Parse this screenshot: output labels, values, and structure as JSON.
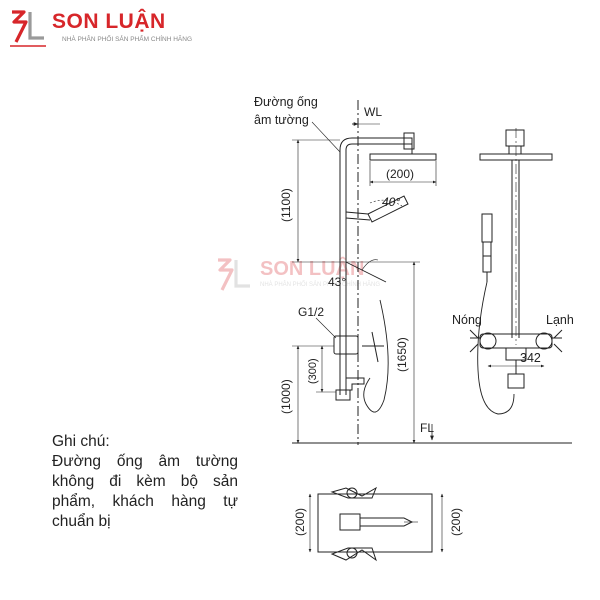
{
  "brand": {
    "name": "SON LUẬN",
    "tagline": "NHÀ PHÂN PHỐI SẢN PHẨM CHÍNH HÃNG",
    "accent_color": "#d7262a"
  },
  "watermark": {
    "name": "SON LUẬN",
    "tagline": "NHÀ PHÂN PHỐI SẢN PHẨM CHÍNH HÃNG"
  },
  "side_view": {
    "pipe_label_line1": "Đường ống",
    "pipe_label_line2": "âm tường",
    "wl": "WL",
    "dim_200": "(200)",
    "angle_40": "40°",
    "dim_1100": "(1100)",
    "angle_43": "43°",
    "g12": "G1/2",
    "dim_300": "(300)",
    "dim_1650": "(1650)",
    "dim_1000": "(1000)",
    "fl": "FL"
  },
  "front_view": {
    "hot_label": "Nóng",
    "cold_label": "Lạnh",
    "dim_342": "342"
  },
  "bottom_view": {
    "dim_left": "(200)",
    "dim_right": "(200)"
  },
  "note": {
    "title": "Ghi chú:",
    "body": "Đường ống âm tường không đi kèm bộ sản phẩm, khách hàng tự chuẩn bị"
  }
}
